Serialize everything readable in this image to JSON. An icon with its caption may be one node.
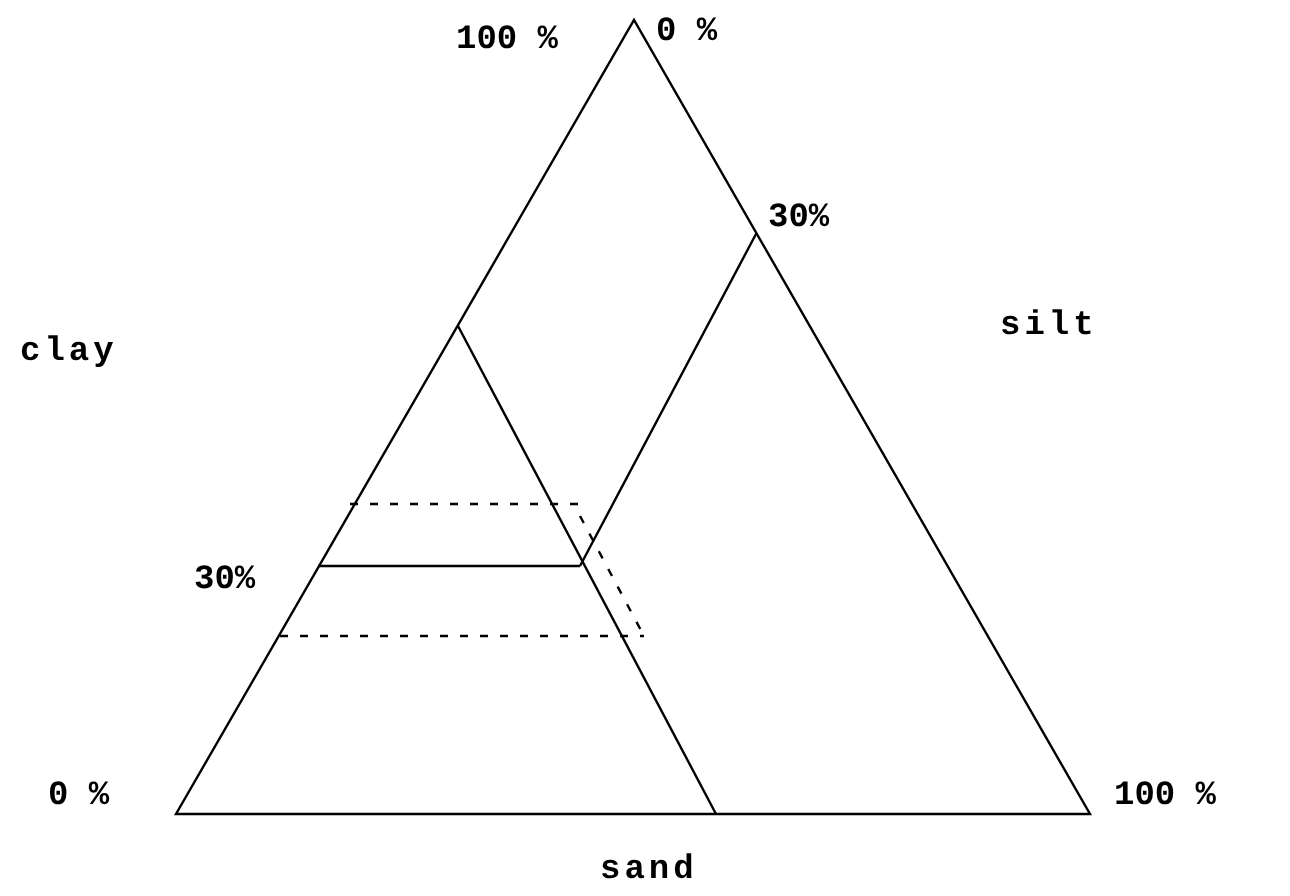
{
  "diagram": {
    "labels": [
      "100 %",
      "0 %",
      "30%",
      "clay",
      "silt",
      "30%",
      "0 %",
      "100 %",
      "sand"
    ]
  }
}
